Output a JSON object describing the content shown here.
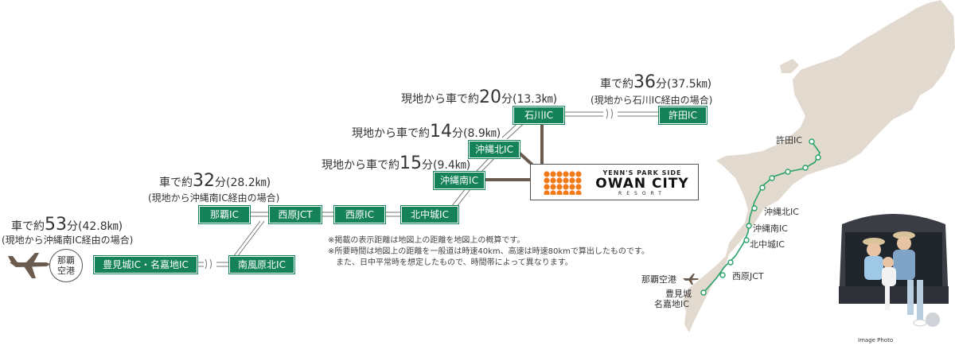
{
  "colors": {
    "ic_green": "#15825a",
    "connector_brown": "#6b5a4e",
    "island_fill": "#e2d9cf",
    "map_route": "#2aa36a"
  },
  "route_times": {
    "naha_airport": {
      "prefix": "車で約",
      "minutes": "53",
      "suffix": "分(42.8㎞)",
      "note": "(現地から沖縄南IC経由の場合)"
    },
    "naha_ic": {
      "prefix": "車で約",
      "minutes": "32",
      "suffix": "分(28.2㎞)",
      "note": "(現地から沖縄南IC経由の場合)"
    },
    "okinawa_minami": {
      "prefix": "現地から車で約",
      "minutes": "15",
      "suffix": "分(9.4㎞)"
    },
    "okinawa_kita": {
      "prefix": "現地から車で約",
      "minutes": "14",
      "suffix": "分(8.9㎞)"
    },
    "ishikawa": {
      "prefix": "現地から車で約",
      "minutes": "20",
      "suffix": "分(13.3㎞)"
    },
    "kyoda": {
      "prefix": "車で約",
      "minutes": "36",
      "suffix": "分(37.5㎞)",
      "note": "(現地から石川IC経由の場合)"
    }
  },
  "interchanges": {
    "naha": "那覇IC",
    "nishihara_jct": "西原JCT",
    "nishihara": "西原IC",
    "kitanakagusuku": "北中城IC",
    "okinawa_minami": "沖縄南IC",
    "okinawa_kita": "沖縄北IC",
    "ishikawa": "石川IC",
    "kyoda": "許田IC",
    "tomigusuku": "豊見城IC・名嘉地IC",
    "haebaru_kita": "南風原北IC"
  },
  "airport": {
    "line1": "那覇",
    "line2": "空港"
  },
  "notes": [
    "※掲載の表示距離は地図上の距離を地図上の概算です。",
    "※所要時間は地図上の距離を一般道は時速40km、高速は時速80kmで算出したものです。",
    "　また、日中平常時を想定したもので、時間帯によって異なります。"
  ],
  "logo": {
    "top": "YENN'S PARK SIDE",
    "main": "OWAN CITY",
    "sub": "RESORT"
  },
  "map_labels": {
    "kyoda": "許田IC",
    "okinawa_kita": "沖縄北IC",
    "okinawa_minami": "沖縄南IC",
    "kitanakagusuku": "北中城IC",
    "nishihara_jct": "西原JCT",
    "naha_airport": "那覇空港",
    "tomigusuku_1": "豊見城",
    "tomigusuku_2": "名嘉地IC"
  },
  "photo_caption": "Image Photo"
}
